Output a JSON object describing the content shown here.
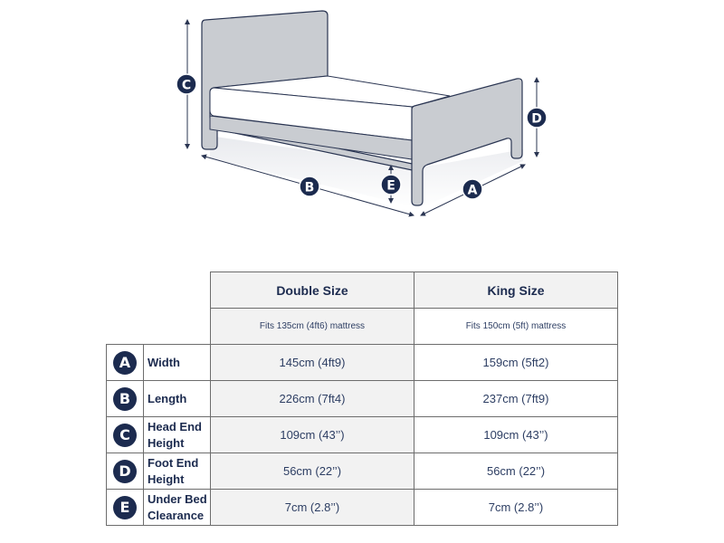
{
  "diagram": {
    "title": "Bed dimensions diagram",
    "markers": [
      {
        "letter": "A",
        "meaning": "Width"
      },
      {
        "letter": "B",
        "meaning": "Length"
      },
      {
        "letter": "C",
        "meaning": "Head End Height"
      },
      {
        "letter": "D",
        "meaning": "Foot End Height"
      },
      {
        "letter": "E",
        "meaning": "Under Bed Clearance"
      }
    ],
    "colors": {
      "frame": "#c9ccd1",
      "outline": "#2a3552",
      "mattress": "#ffffff",
      "badge": "#1c2b4f",
      "arrow": "#2a3552"
    }
  },
  "table": {
    "columns": [
      {
        "title": "Double Size",
        "subtitle": "Fits 135cm (4ft6) mattress"
      },
      {
        "title": "King Size",
        "subtitle": "Fits 150cm (5ft) mattress"
      }
    ],
    "rows": [
      {
        "icon": "A",
        "label": "Width",
        "values": [
          "145cm (4ft9)",
          "159cm (5ft2)"
        ]
      },
      {
        "icon": "B",
        "label": "Length",
        "values": [
          "226cm (7ft4)",
          "237cm (7ft9)"
        ]
      },
      {
        "icon": "C",
        "label": "Head End Height",
        "values": [
          "109cm (43’’)",
          "109cm (43’’)"
        ]
      },
      {
        "icon": "D",
        "label": "Foot End Height",
        "values": [
          "56cm (22’’)",
          "56cm (22’’)"
        ]
      },
      {
        "icon": "E",
        "label": "Under Bed Clearance",
        "values": [
          "7cm (2.8’’)",
          "7cm (2.8’’)"
        ]
      }
    ],
    "colors": {
      "header_bg": "#f2f2f2",
      "border": "#6d6d6d",
      "text": "#1c2b4f"
    }
  }
}
